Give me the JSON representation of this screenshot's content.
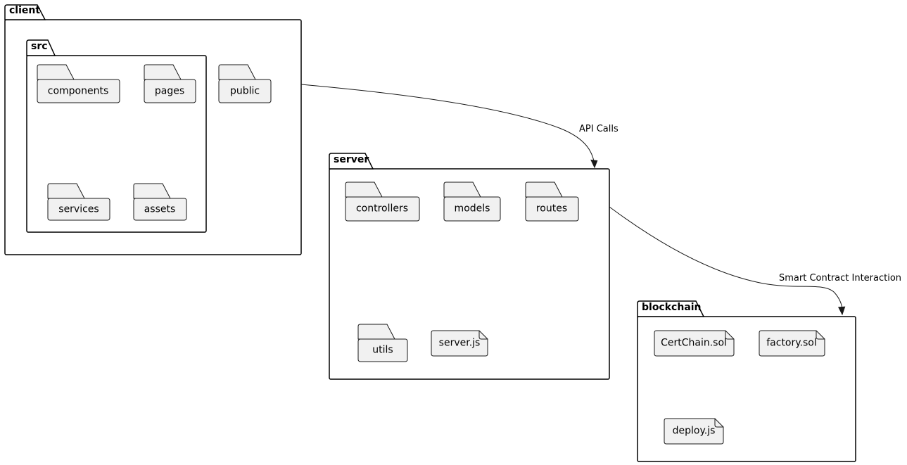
{
  "diagram": {
    "type": "package-diagram",
    "packages": [
      {
        "name": "client",
        "subpackages": [
          {
            "name": "src",
            "folders": [
              "components",
              "pages",
              "services",
              "assets"
            ]
          }
        ],
        "folders": [
          "public"
        ],
        "files": []
      },
      {
        "name": "server",
        "subpackages": [],
        "folders": [
          "controllers",
          "models",
          "routes",
          "utils"
        ],
        "files": [
          "server.js"
        ]
      },
      {
        "name": "blockchain",
        "subpackages": [],
        "folders": [],
        "files": [
          "CertChain.sol",
          "factory.sol",
          "deploy.js"
        ]
      }
    ],
    "edges": [
      {
        "from": "client",
        "to": "server",
        "label": "API Calls"
      },
      {
        "from": "server",
        "to": "blockchain",
        "label": "Smart Contract Interaction"
      }
    ],
    "colors": {
      "background": "#ffffff",
      "node_fill": "#f1f1f1",
      "node_border": "#181818",
      "package_border": "#000000",
      "text": "#000000"
    }
  }
}
